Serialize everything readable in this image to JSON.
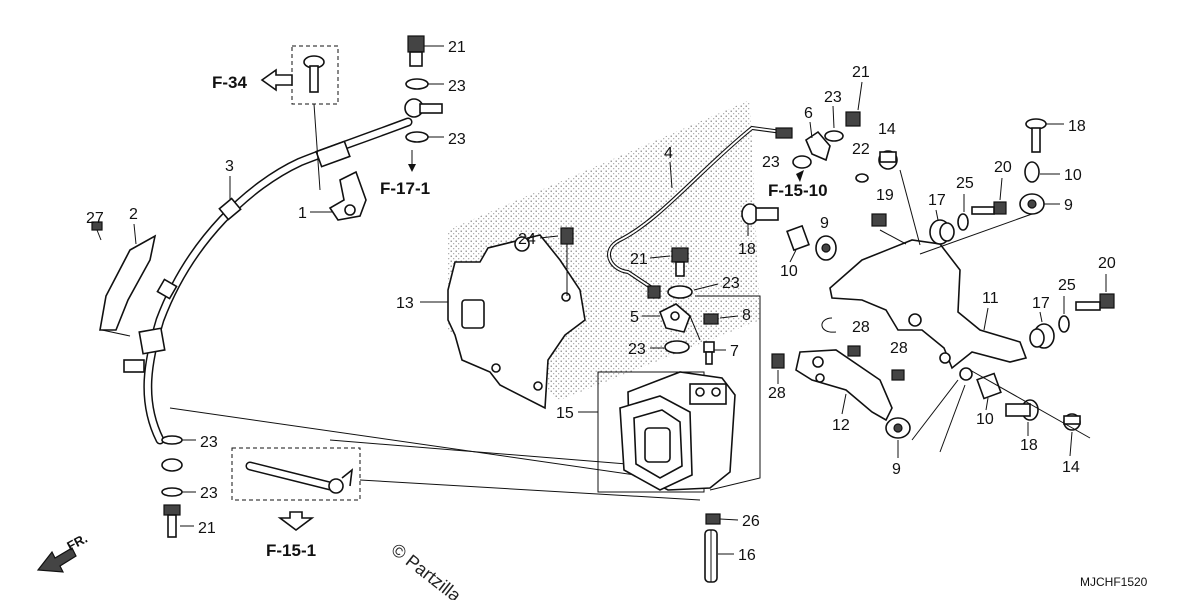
{
  "diagram": {
    "callouts": [
      {
        "id": "c21a",
        "label": "21"
      },
      {
        "id": "c23a",
        "label": "23"
      },
      {
        "id": "c23b",
        "label": "23"
      },
      {
        "id": "c3",
        "label": "3"
      },
      {
        "id": "c1",
        "label": "1"
      },
      {
        "id": "c2",
        "label": "2"
      },
      {
        "id": "c27",
        "label": "27"
      },
      {
        "id": "c23c",
        "label": "23"
      },
      {
        "id": "c23d",
        "label": "23"
      },
      {
        "id": "c21b",
        "label": "21"
      },
      {
        "id": "c4",
        "label": "4"
      },
      {
        "id": "c6",
        "label": "6"
      },
      {
        "id": "c21c",
        "label": "21"
      },
      {
        "id": "c23e",
        "label": "23"
      },
      {
        "id": "c23f",
        "label": "23"
      },
      {
        "id": "c24",
        "label": "24"
      },
      {
        "id": "c21d",
        "label": "21"
      },
      {
        "id": "c23g",
        "label": "23"
      },
      {
        "id": "c13",
        "label": "13"
      },
      {
        "id": "c5",
        "label": "5"
      },
      {
        "id": "c8",
        "label": "8"
      },
      {
        "id": "c23h",
        "label": "23"
      },
      {
        "id": "c7",
        "label": "7"
      },
      {
        "id": "c15",
        "label": "15"
      },
      {
        "id": "c26",
        "label": "26"
      },
      {
        "id": "c16",
        "label": "16"
      },
      {
        "id": "c14a",
        "label": "14"
      },
      {
        "id": "c22",
        "label": "22"
      },
      {
        "id": "c19",
        "label": "19"
      },
      {
        "id": "c18a",
        "label": "18"
      },
      {
        "id": "c10a",
        "label": "10"
      },
      {
        "id": "c9a",
        "label": "9"
      },
      {
        "id": "c17a",
        "label": "17"
      },
      {
        "id": "c25a",
        "label": "25"
      },
      {
        "id": "c20a",
        "label": "20"
      },
      {
        "id": "c18b",
        "label": "18"
      },
      {
        "id": "c10b",
        "label": "10"
      },
      {
        "id": "c9b",
        "label": "9"
      },
      {
        "id": "c20b",
        "label": "20"
      },
      {
        "id": "c11",
        "label": "11"
      },
      {
        "id": "c17b",
        "label": "17"
      },
      {
        "id": "c25b",
        "label": "25"
      },
      {
        "id": "c28a",
        "label": "28"
      },
      {
        "id": "c28b",
        "label": "28"
      },
      {
        "id": "c28c",
        "label": "28"
      },
      {
        "id": "c12",
        "label": "12"
      },
      {
        "id": "c9c",
        "label": "9"
      },
      {
        "id": "c10c",
        "label": "10"
      },
      {
        "id": "c18c",
        "label": "18"
      },
      {
        "id": "c14b",
        "label": "14"
      }
    ],
    "references": [
      {
        "id": "r1",
        "label": "F-34"
      },
      {
        "id": "r2",
        "label": "F-17-1"
      },
      {
        "id": "r3",
        "label": "F-15-10"
      },
      {
        "id": "r4",
        "label": "F-15-1"
      }
    ],
    "direction_label": "FR.",
    "watermark": "© Partzilla",
    "diagram_code": "MJCHF1520"
  }
}
